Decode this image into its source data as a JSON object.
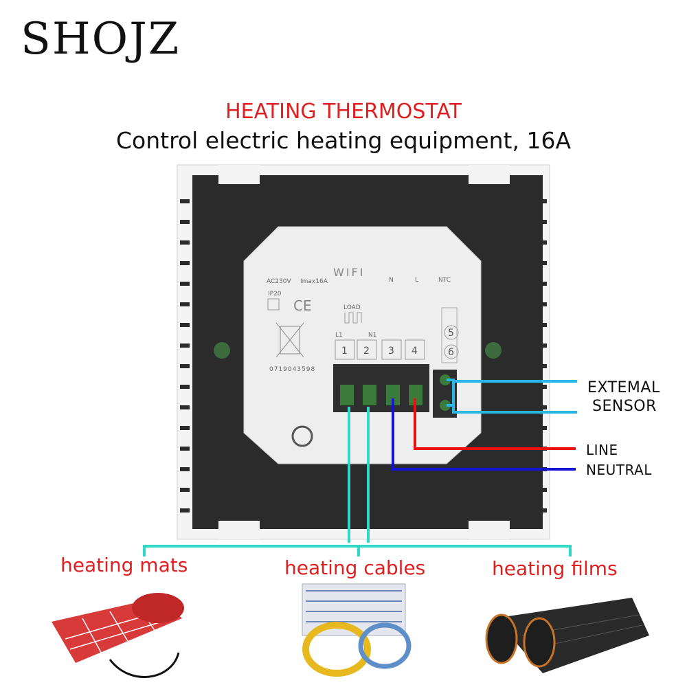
{
  "logo": {
    "text": "SHOJZ",
    "icon": "shojz-brand-logo"
  },
  "header": {
    "title": "HEATING THERMOSTAT",
    "subtitle": "Control electric heating equipment, 16A"
  },
  "device": {
    "wifi_label": "WIFI",
    "rating_voltage": "AC230V",
    "rating_current": "Imax16A",
    "ip_rating": "IP20",
    "ce_mark": "CE",
    "serial": "0719043598",
    "load_label": "LOAD",
    "l1_label": "L1",
    "n1_label": "N1",
    "n_label": "N",
    "l_label": "L",
    "ntc_label": "NTC",
    "terminals": [
      "1",
      "2",
      "3",
      "4",
      "5",
      "6"
    ]
  },
  "wires": {
    "external_sensor_line1": "EXTEMAL",
    "external_sensor_line2": "SENSOR",
    "line": "LINE",
    "neutral": "NEUTRAL"
  },
  "categories": {
    "mats": "heating mats",
    "cables": "heating cables",
    "films": "heating films"
  },
  "colors": {
    "title_red": "#e02020",
    "sensor_wire": "#29b6e8",
    "line_wire": "#e81010",
    "neutral_wire": "#1414d8",
    "load_wire": "#30d8c8"
  }
}
